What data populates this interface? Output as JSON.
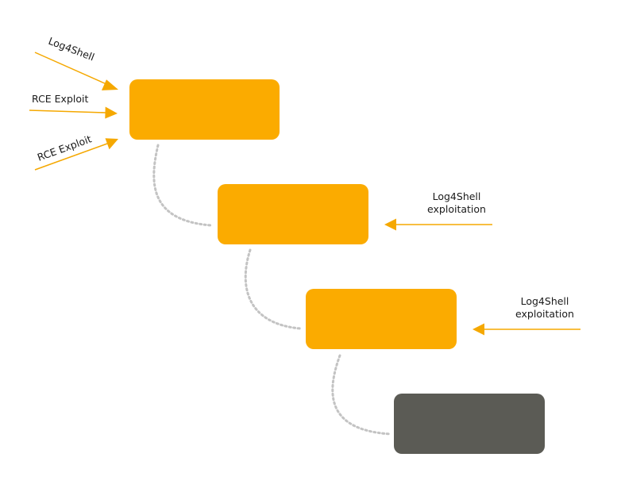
{
  "colors": {
    "node": "#fbab00",
    "terminal_node": "#5b5b55",
    "arrow": "#f5a800",
    "connector": "#c3c3c3",
    "text": "#1a1a1a",
    "background": "#ffffff"
  },
  "nodes": [
    {
      "id": "stage-1",
      "label": "",
      "kind": "active"
    },
    {
      "id": "stage-2",
      "label": "",
      "kind": "active"
    },
    {
      "id": "stage-3",
      "label": "",
      "kind": "active"
    },
    {
      "id": "stage-4",
      "label": "",
      "kind": "terminal"
    }
  ],
  "inputs": {
    "log4shell_top": "Log4Shell",
    "rce_exploit_middle": "RCE Exploit",
    "rce_exploit_lower": "RCE Exploit",
    "stage2_line1": "Log4Shell",
    "stage2_line2": "exploitation",
    "stage3_line1": "Log4Shell",
    "stage3_line2": "exploitation"
  }
}
